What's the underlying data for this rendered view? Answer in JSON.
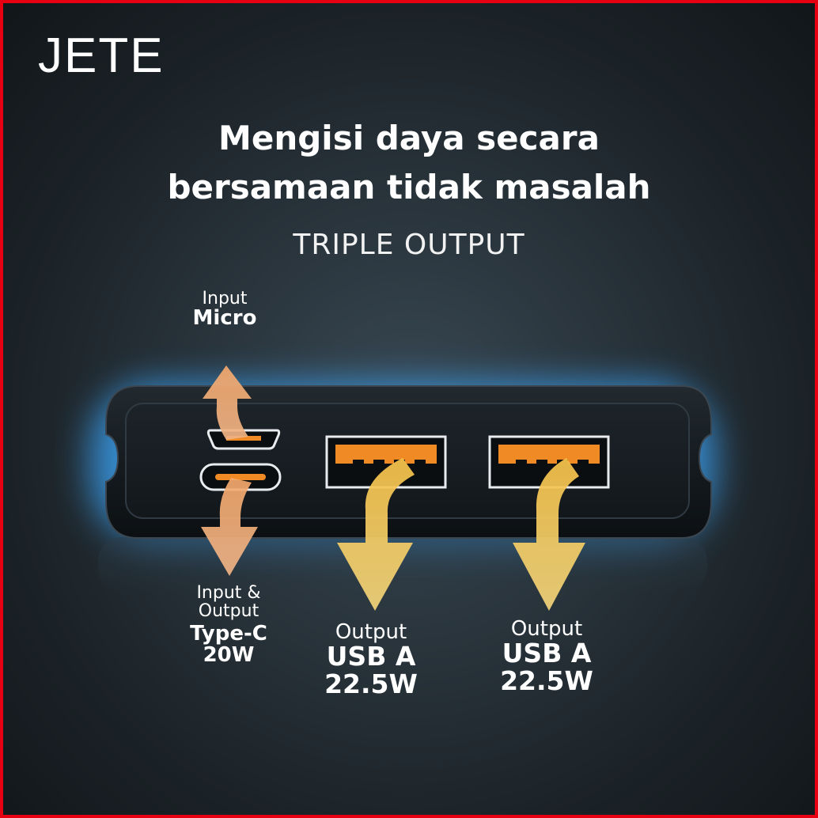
{
  "brand": {
    "logo_text": "JETE"
  },
  "headline": {
    "line1": "Mengisi daya secara",
    "line2": "bersamaan tidak masalah"
  },
  "subhead": "TRIPLE OUTPUT",
  "ports": {
    "micro": {
      "role": "Input",
      "name": "Micro"
    },
    "typec": {
      "role_line1": "Input &",
      "role_line2": "Output",
      "name": "Type-C",
      "power": "20W"
    },
    "usb_a_1": {
      "role": "Output",
      "name": "USB A",
      "power": "22.5W"
    },
    "usb_a_2": {
      "role": "Output",
      "name": "USB A",
      "power": "22.5W"
    }
  },
  "colors": {
    "frame_border": "#e60012",
    "input_arrow": "#f3a76a",
    "output_arrow": "#f5c24a",
    "port_orange": "#f08a24",
    "glow": "#3aa9ff"
  },
  "icons": [
    "up-down-arrow-icon",
    "down-arrow-icon"
  ]
}
